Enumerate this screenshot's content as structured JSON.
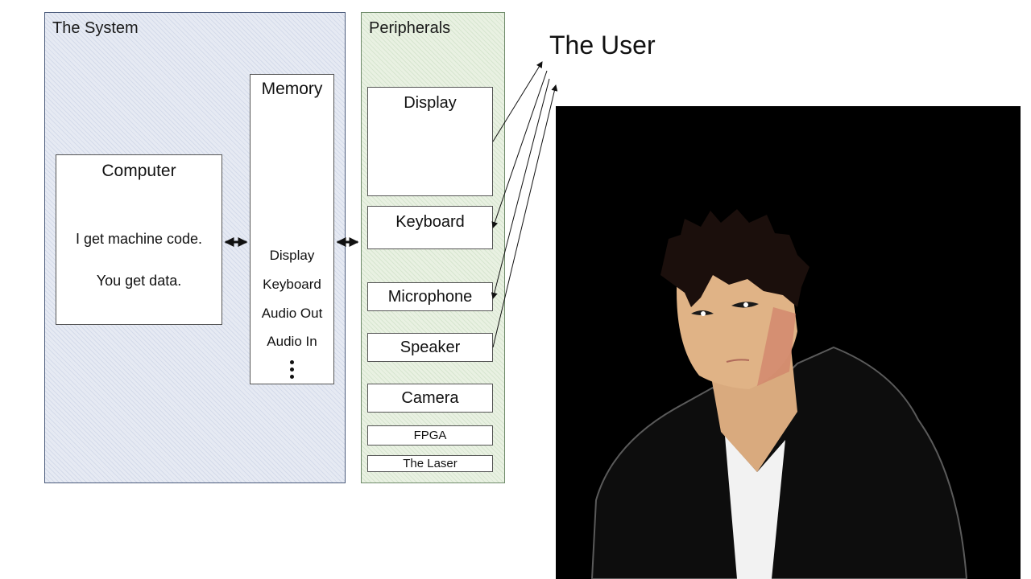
{
  "system": {
    "title": "The System",
    "computer": {
      "title": "Computer",
      "line1": "I get machine code.",
      "line2": "You get data."
    },
    "memory": {
      "title": "Memory",
      "cells": [
        "",
        "",
        "",
        "",
        "Display",
        "Keyboard",
        "Audio Out",
        "Audio In"
      ],
      "more_icon": "vertical-ellipsis-icon"
    }
  },
  "peripherals": {
    "title": "Peripherals",
    "items": [
      "Display",
      "Keyboard",
      "Microphone",
      "Speaker",
      "Camera",
      "FPGA",
      "The Laser"
    ]
  },
  "user": {
    "title": "The User"
  },
  "colors": {
    "system_bg": "#e6eaf3",
    "peripherals_bg": "#e9f1e2",
    "avatar_bg": "#000000"
  }
}
